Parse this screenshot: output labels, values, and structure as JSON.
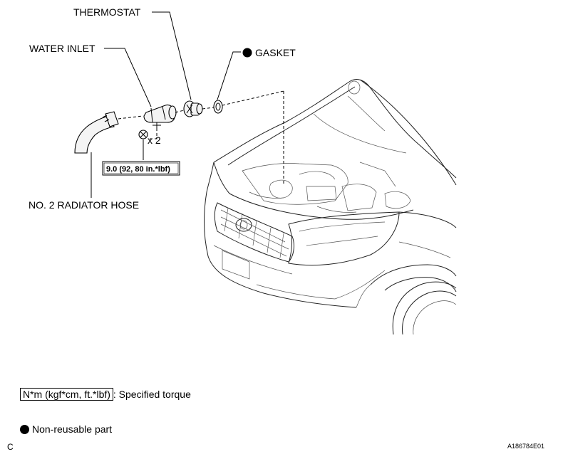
{
  "labels": {
    "thermostat": "THERMOSTAT",
    "water_inlet": "WATER INLET",
    "gasket": "GASKET",
    "radiator_hose": "NO. 2 RADIATOR HOSE",
    "quantity": "x 2",
    "torque_value": "9.0 (92, 80 in.*lbf)"
  },
  "legend": {
    "torque_unit": "N*m (kgf*cm, ft.*lbf)",
    "torque_desc": ": Specified torque",
    "non_reusable": "Non-reusable part"
  },
  "footer": {
    "left_letter": "C",
    "figure_id": "A186784E01"
  }
}
